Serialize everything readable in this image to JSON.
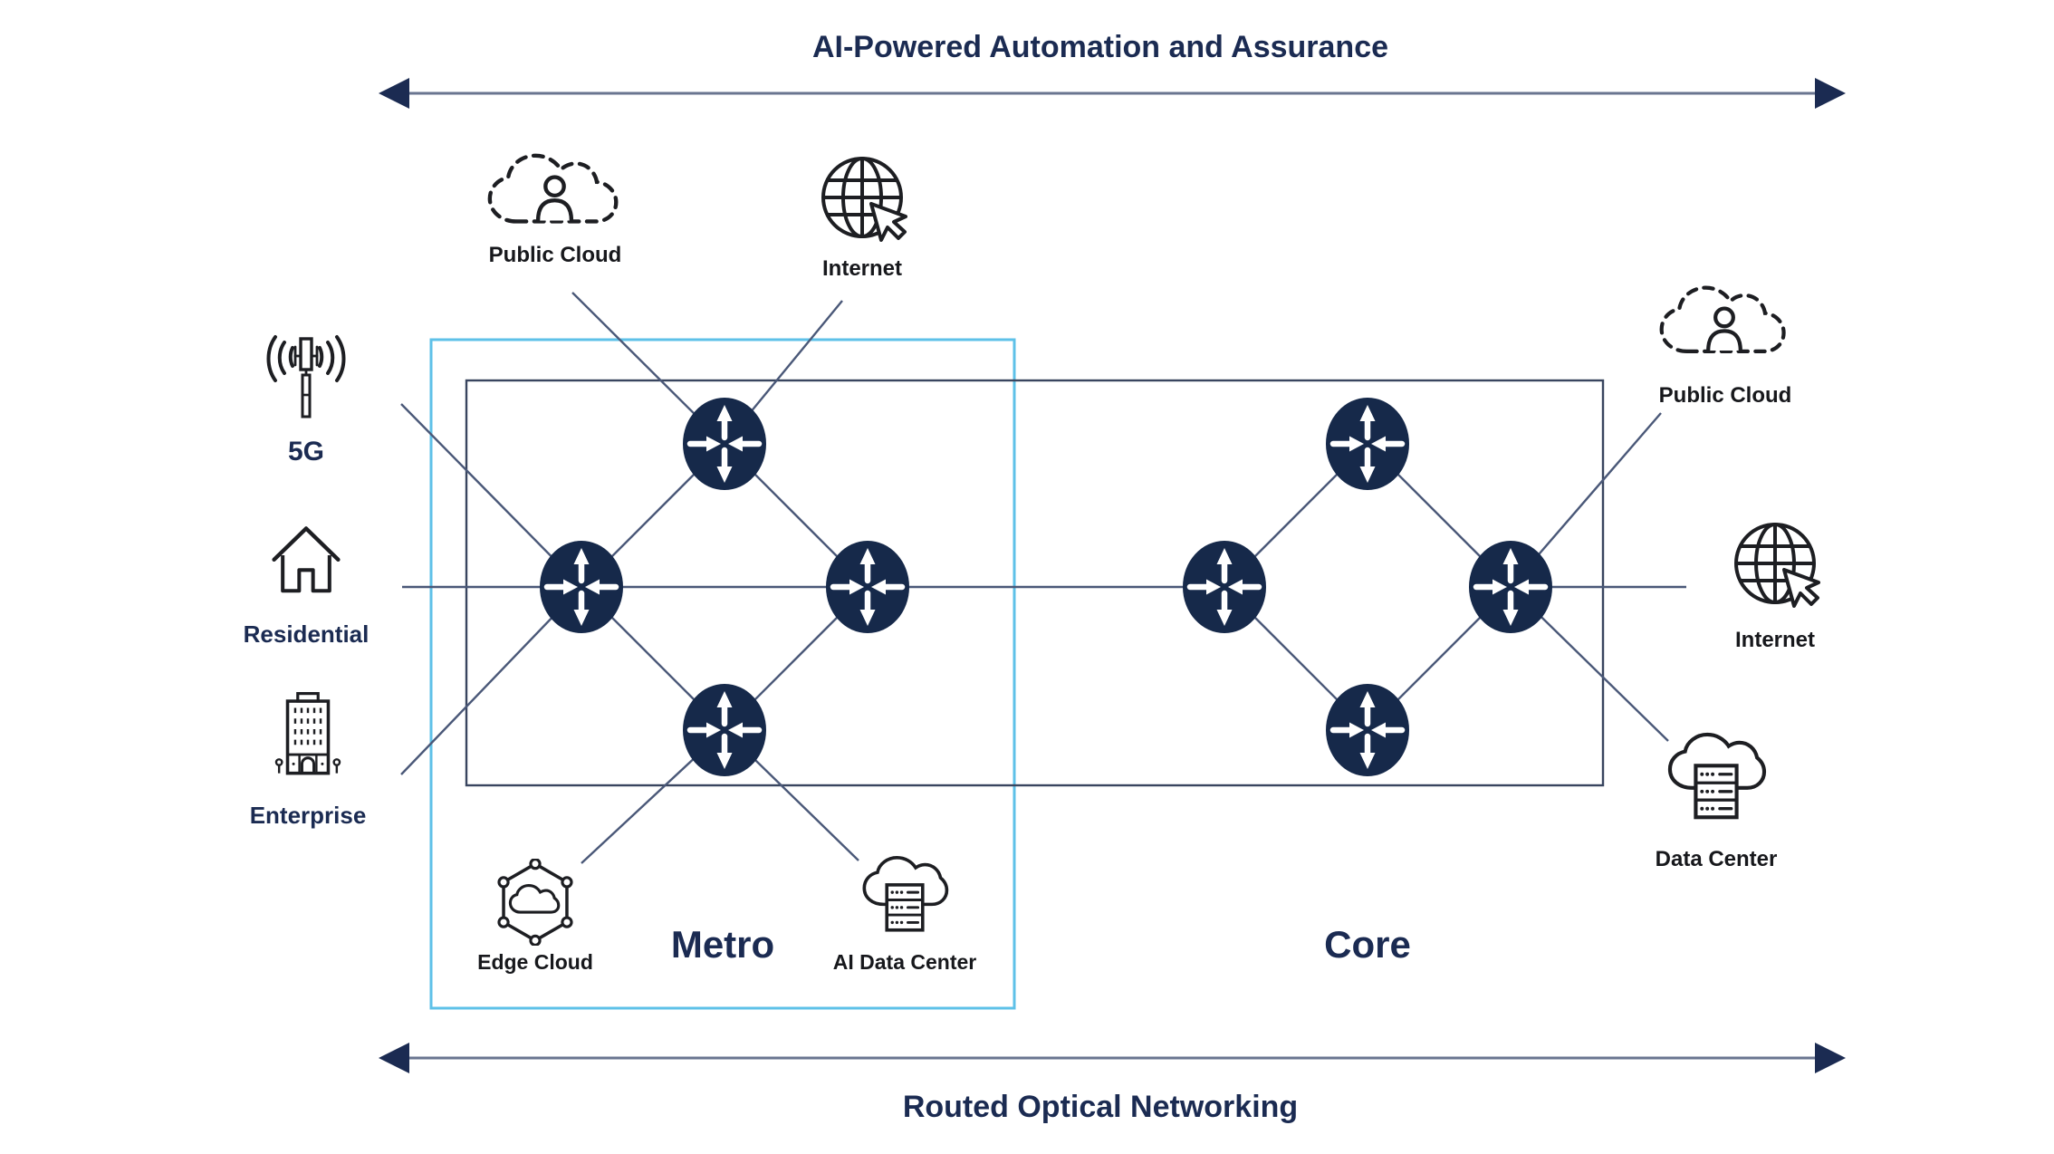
{
  "banners": {
    "top": "AI-Powered Automation and Assurance",
    "bottom": "Routed Optical Networking"
  },
  "zones": {
    "metro": "Metro",
    "core": "Core"
  },
  "nodes": {
    "five_g": "5G",
    "residential": "Residential",
    "enterprise": "Enterprise",
    "public_cloud_top": "Public Cloud",
    "internet_top": "Internet",
    "edge_cloud": "Edge Cloud",
    "ai_data_center": "AI Data Center",
    "public_cloud_right": "Public Cloud",
    "internet_right": "Internet",
    "data_center": "Data Center"
  },
  "icons": {
    "five_g": "cell-tower",
    "residential": "house",
    "enterprise": "office-building",
    "public_cloud": "dashed-cloud-user",
    "internet": "globe-cursor",
    "edge_cloud": "hexagon-cloud",
    "ai_data_center": "cloud-server-rack",
    "data_center": "cloud-server-rack",
    "router": "router-cross-arrows"
  },
  "colors": {
    "navy": "#1b2b52",
    "router_fill": "#16294a",
    "line_gray": "#4a5878",
    "arrow_line": "#6a7590",
    "metro_border": "#5ec1e8",
    "backbone_border": "#39455f",
    "label_dark": "#17181c",
    "background": "#ffffff"
  }
}
